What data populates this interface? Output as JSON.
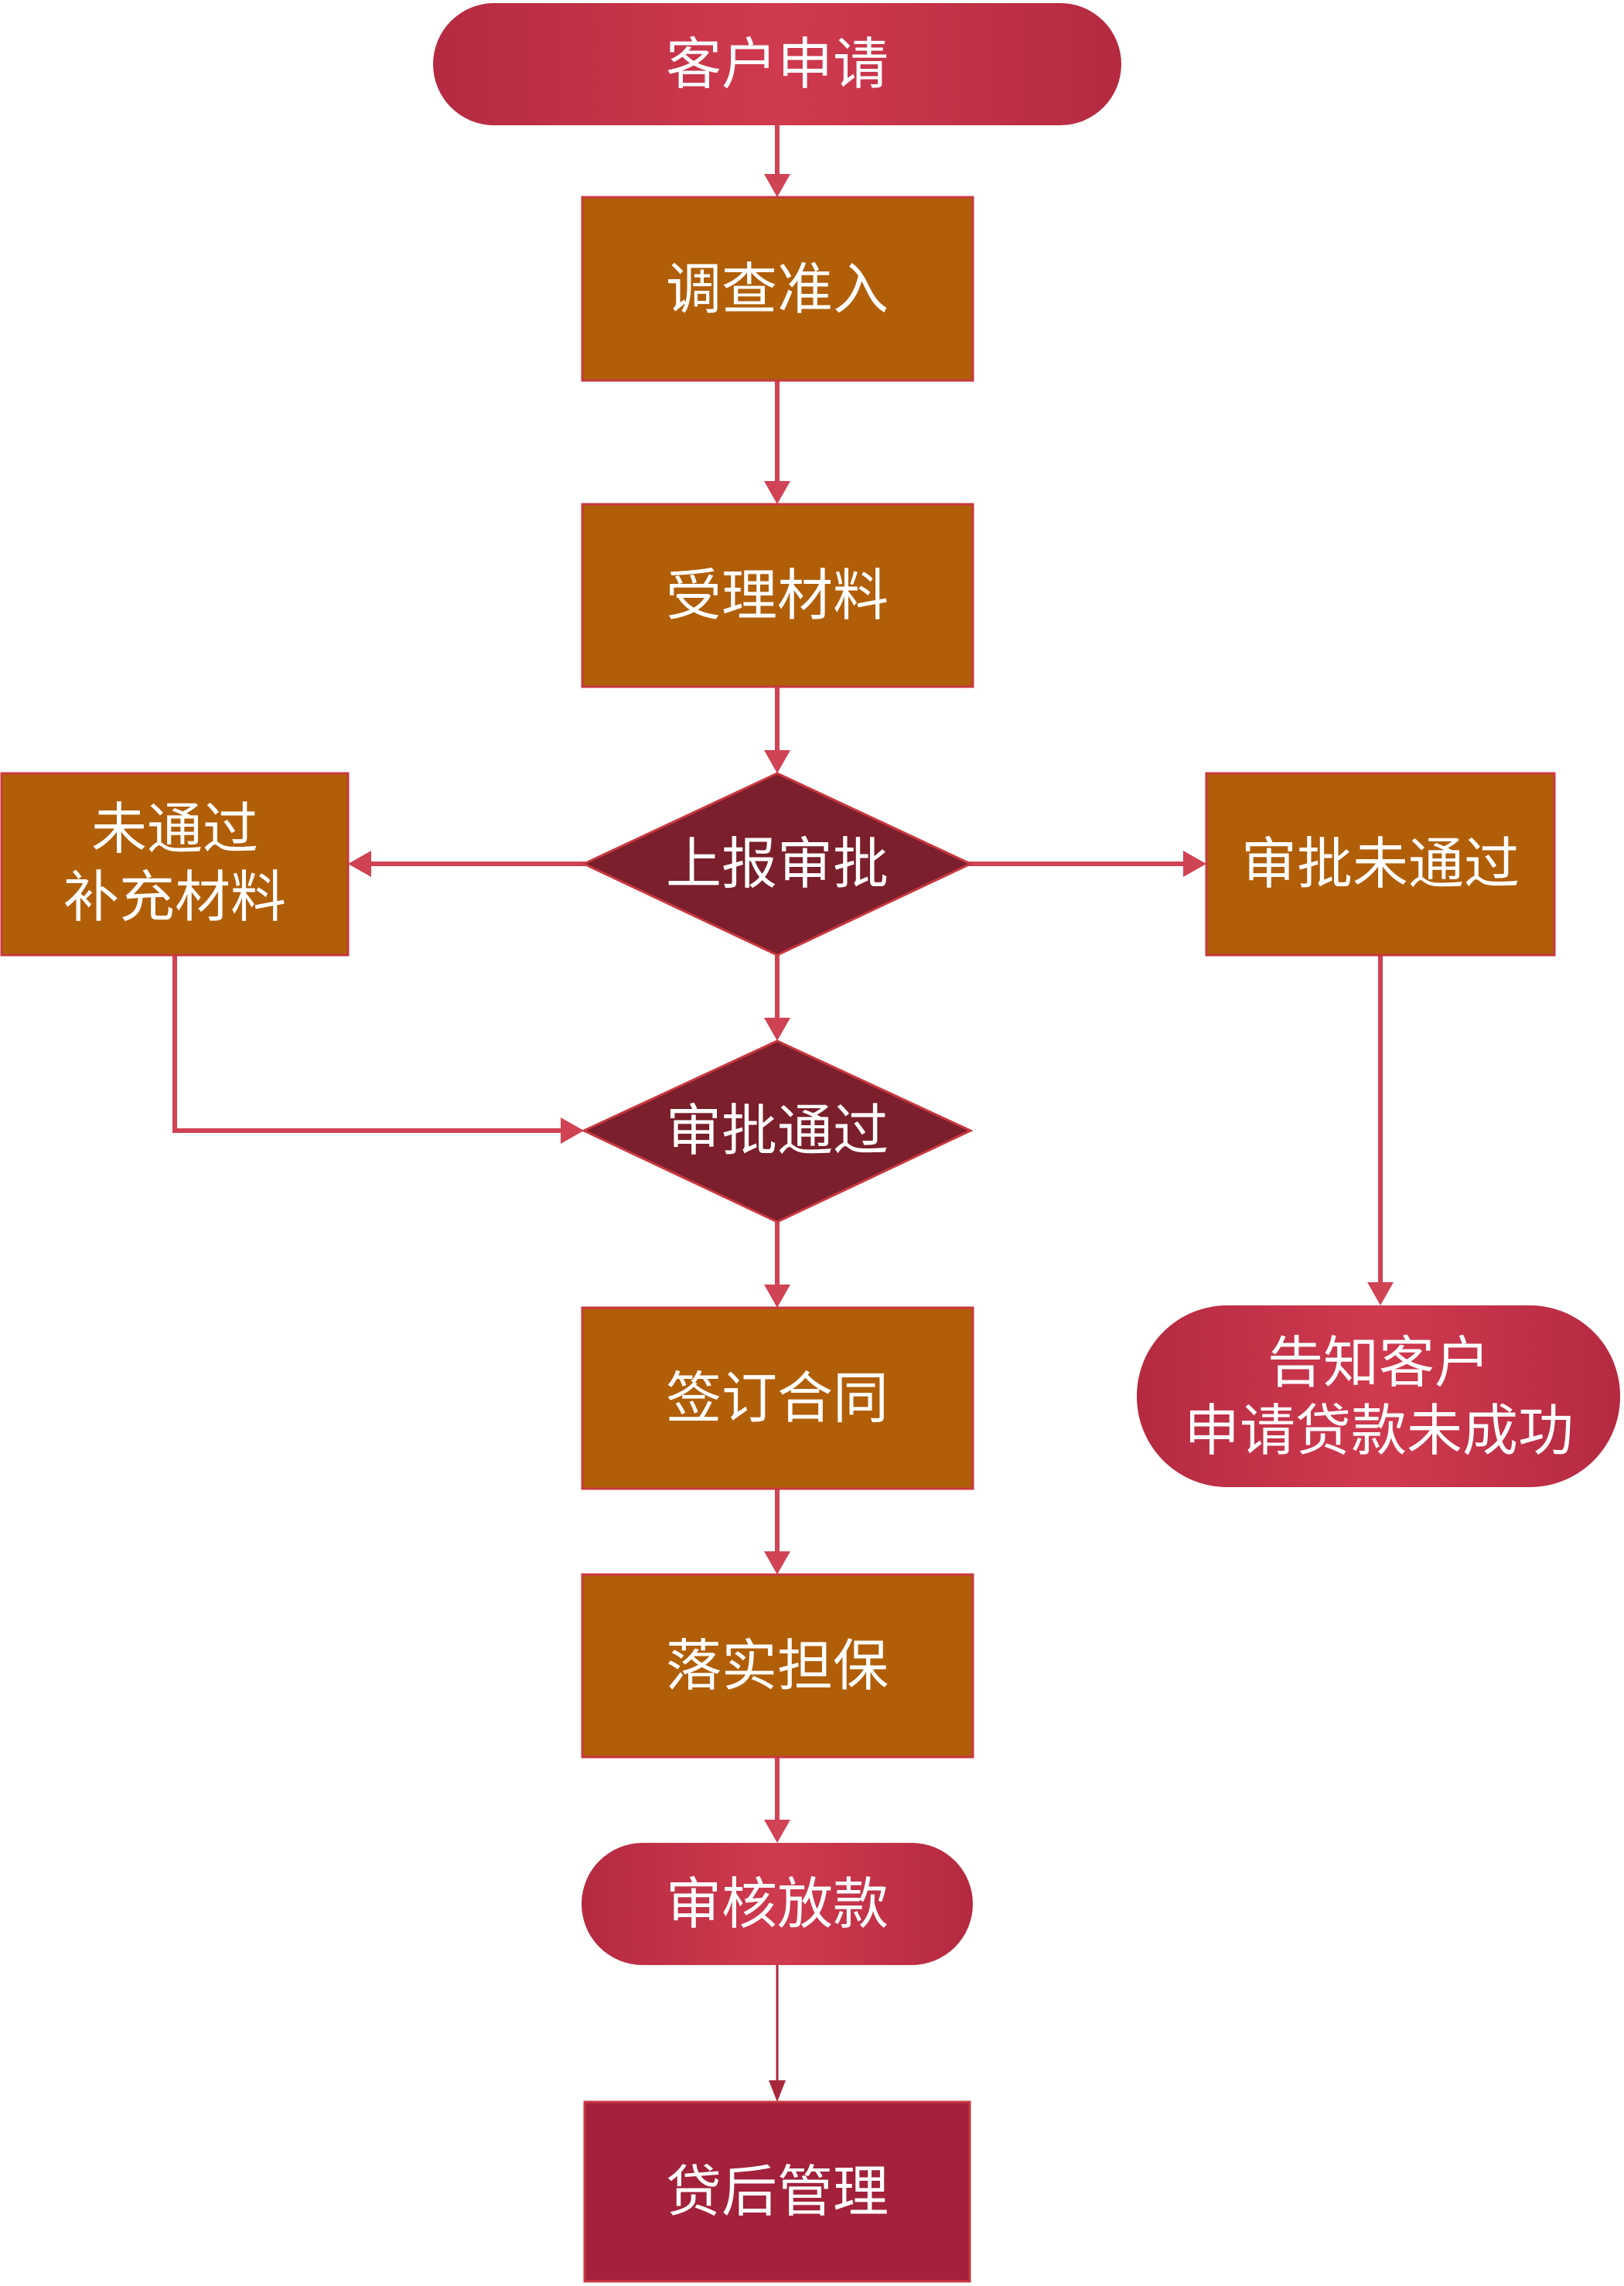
{
  "nodes": {
    "customer_apply": "客户申请",
    "investigate_admit": "调查准入",
    "accept_materials": "受理材料",
    "report_approval": "上报审批",
    "not_passed_supplement_1": "未通过",
    "not_passed_supplement_2": "补充材料",
    "approval_not_passed": "审批未通过",
    "approval_passed": "审批通过",
    "notify_customer_1": "告知客户",
    "notify_customer_2": "申请贷款未成功",
    "sign_contract": "签订合同",
    "implement_guarantee": "落实担保",
    "review_disburse": "审核放款",
    "post_loan_management": "贷后管理"
  },
  "colors": {
    "process_fill": "#b15e08",
    "decision_fill": "#7a1f2b",
    "terminal_fill": "#c93a4e",
    "final_fill": "#a3213a",
    "connector": "#d04355"
  }
}
